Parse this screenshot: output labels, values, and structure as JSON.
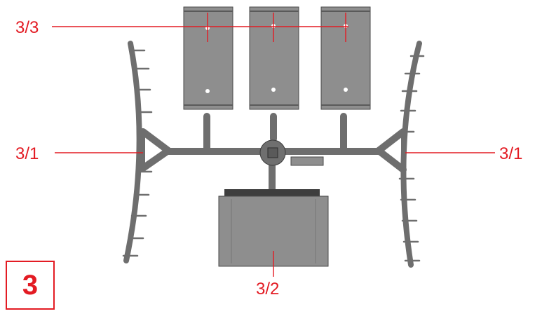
{
  "sheet": {
    "number": "3"
  },
  "labels": {
    "part_3_3": "3/3",
    "part_3_1_left": "3/1",
    "part_3_1_right": "3/1",
    "part_3_2": "3/2"
  },
  "colors": {
    "annotation": "#e31b23",
    "plastic": "#8e8e8e",
    "plastic_dark": "#6f6f6f",
    "background": "#ffffff"
  }
}
